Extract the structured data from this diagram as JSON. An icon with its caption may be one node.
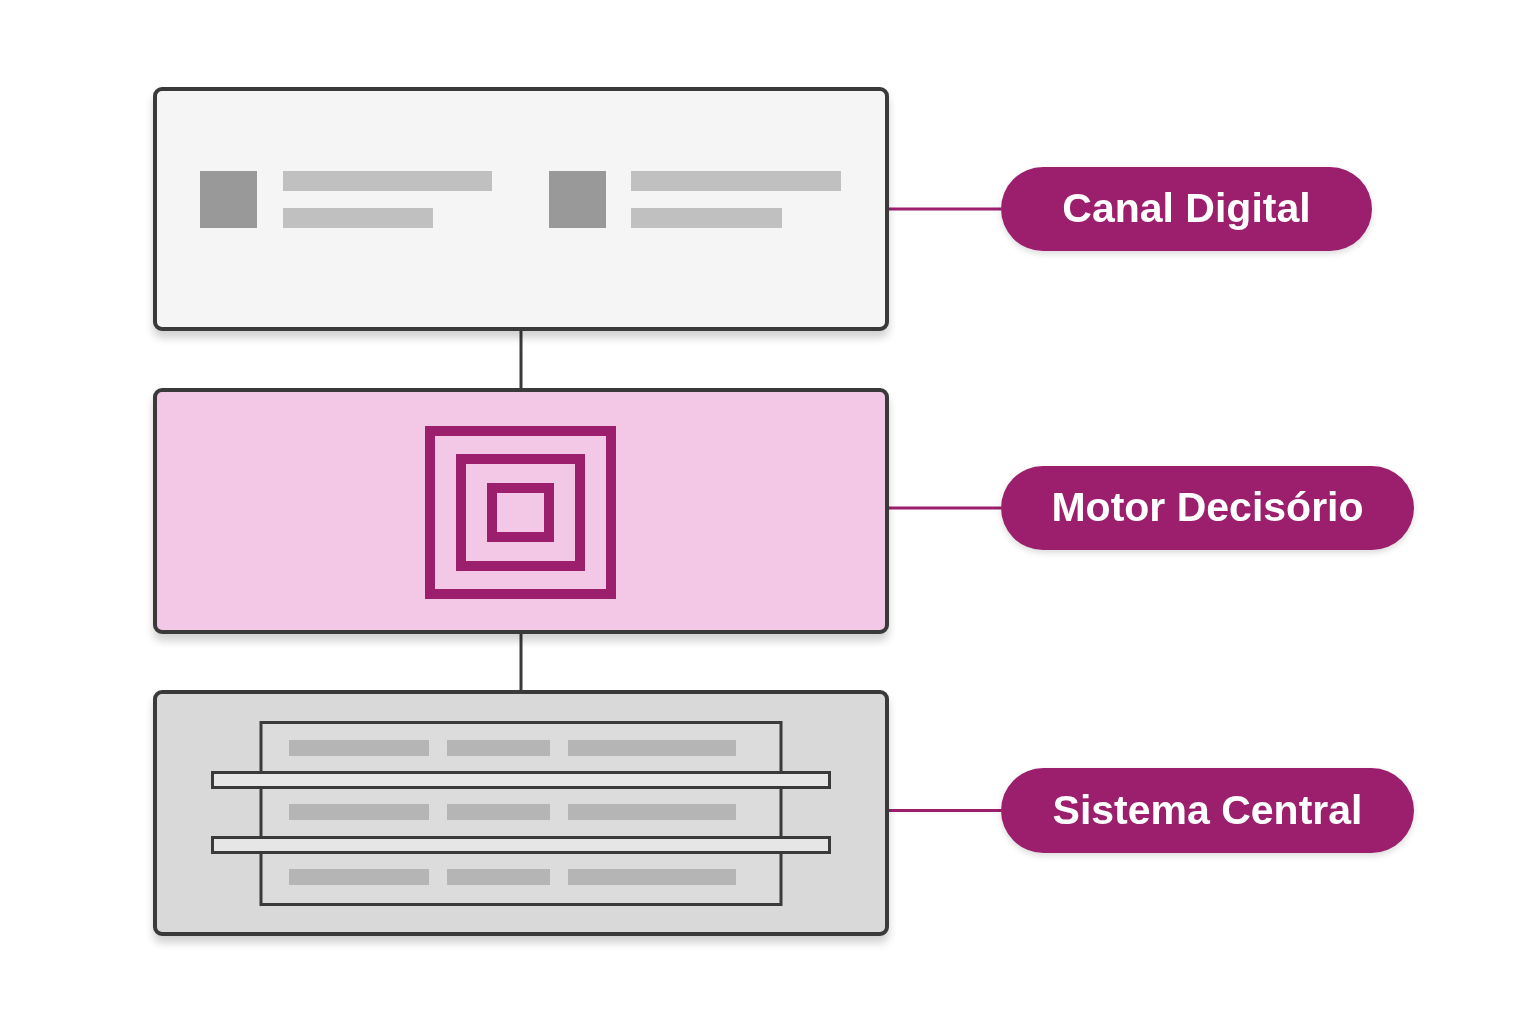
{
  "diagram": {
    "nodes": [
      {
        "text": [],
        "shape": "box"
      },
      {
        "text": [],
        "shape": "box"
      },
      {
        "text": [],
        "shape": "box"
      },
      {
        "text": [
          "Canal Digital"
        ]
      },
      {
        "text": [
          "Motor Decisório"
        ]
      },
      {
        "text": [
          "Sistema Central"
        ]
      }
    ],
    "edges": [
      {
        "from": 0,
        "to": 1,
        "arrow": "none",
        "color": "#3a3a3a"
      },
      {
        "from": 1,
        "to": 2,
        "arrow": "none",
        "color": "#3a3a3a"
      },
      {
        "from": 0,
        "to": 3,
        "arrow": "none"
      },
      {
        "from": 1,
        "to": 4,
        "arrow": "none"
      },
      {
        "from": 2,
        "to": 5,
        "arrow": "none"
      }
    ]
  }
}
